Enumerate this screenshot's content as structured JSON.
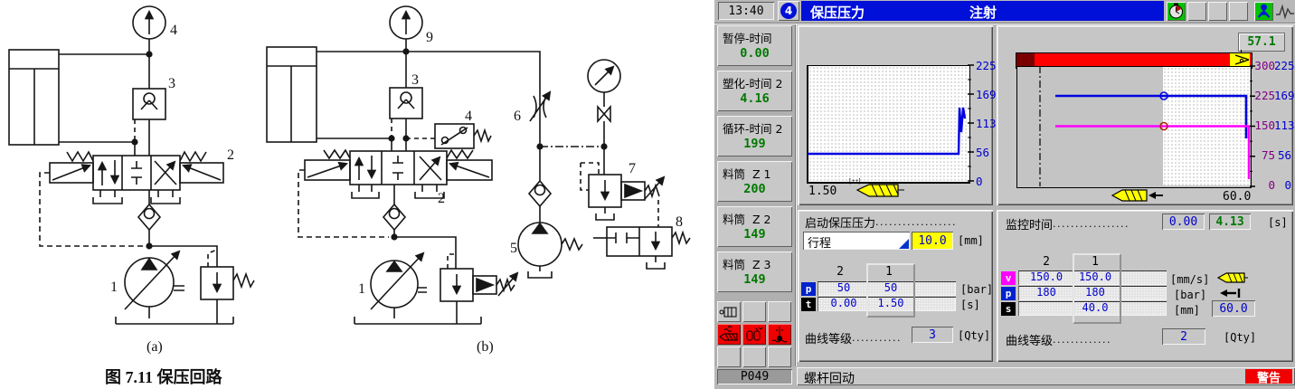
{
  "diagram": {
    "caption": "图 7.11   保压回路",
    "a": {
      "label": "(a)",
      "n1": "1",
      "n2": "2",
      "n3": "3",
      "n4": "4"
    },
    "b": {
      "label": "(b)",
      "n1": "1",
      "n2": "2",
      "n3": "3",
      "n4": "4",
      "n5": "5",
      "n6": "6",
      "n7": "7",
      "n8": "8",
      "n9": "9"
    }
  },
  "hmi": {
    "topbar": {
      "time": "13:40",
      "screen_number": "4",
      "title": "保压压力",
      "mode": "注射"
    },
    "sidebar": {
      "items": [
        {
          "label": "暂停-时间",
          "value": "0.00"
        },
        {
          "label": "塑化-时间 2",
          "value": "4.16"
        },
        {
          "label": "循环-时间 2",
          "value": "199"
        },
        {
          "label": "料筒  Z 1",
          "value": "200"
        },
        {
          "label": "料筒  Z 2",
          "value": "149"
        },
        {
          "label": "料筒  Z 3",
          "value": "149"
        }
      ]
    },
    "page_id": "P049",
    "statusbar": {
      "message": "螺杆回动",
      "alarm_label": "警告"
    },
    "hold_panel": {
      "title": "启动保压压力",
      "leader": "..................",
      "mode_select": "行程",
      "mode_value": "10.0",
      "mode_unit": "[mm]",
      "col_headers": [
        "2",
        "1"
      ],
      "rows": [
        {
          "chip": "p",
          "v2": "50",
          "v1": "50",
          "unit": "[bar]"
        },
        {
          "chip": "t",
          "v2": "0.00",
          "v1": "1.50",
          "unit": "[s]"
        }
      ],
      "curve_label": "曲线等级",
      "curve_leader": "...........",
      "curve_value": "3",
      "curve_unit": "[Qty]"
    },
    "monitor_panel": {
      "title": "监控时间",
      "leader": ".................",
      "set_value": "0.00",
      "actual_value": "4.13",
      "unit": "[s]",
      "col_headers": [
        "2",
        "1"
      ],
      "rows": [
        {
          "chip": "v",
          "v2": "150.0",
          "v1": "150.0",
          "unit": "[mm/s]"
        },
        {
          "chip": "p",
          "v2": "180",
          "v1": "180",
          "unit": "[bar]"
        },
        {
          "chip": "s",
          "v2": "",
          "v1": "40.0",
          "unit": "[mm]"
        }
      ],
      "end_position": "60.0",
      "curve_label": "曲线等级",
      "curve_leader": ".............",
      "curve_value": "2",
      "curve_unit": "[Qty]"
    },
    "icons": [
      "timer-clock-icon",
      "operator-icon",
      "waveform-icon",
      "injection-unit-icon",
      "screw-heat-icon",
      "heater-band-icon",
      "nozzle-heat-icon",
      "screw-position-icon",
      "screw-move-left-icon",
      "stop-arrow-icon"
    ]
  },
  "chart_data": [
    {
      "type": "line",
      "title": "保压实际压力曲线",
      "x_start_label": "1.50",
      "y_ticks": [
        225,
        169,
        113,
        56,
        0
      ],
      "ylim": [
        0,
        225
      ],
      "y_axis_color": "#0000ff",
      "grid": false,
      "series": [
        {
          "name": "actual_pressure",
          "color": "#0000e0",
          "points": [
            [
              0.0,
              52
            ],
            [
              1.4,
              52
            ],
            [
              1.43,
              143
            ],
            [
              1.45,
              105
            ],
            [
              1.47,
              143
            ],
            [
              1.5,
              120
            ]
          ]
        }
      ]
    },
    {
      "type": "line",
      "title": "保压设定曲线",
      "x_end_label": "60.0",
      "screw_position": "57.1",
      "y_ticks_left": [
        300,
        225,
        150,
        75,
        0
      ],
      "y_ticks_right": [
        225,
        169,
        113,
        56,
        0
      ],
      "left_axis_color": "#800080",
      "right_axis_color": "#0000ff",
      "series": [
        {
          "name": "pressure_setpoint",
          "color": "#0000e0",
          "points": [
            [
              5,
              225
            ],
            [
              57,
              225
            ],
            [
              57,
              40
            ]
          ]
        },
        {
          "name": "speed_setpoint",
          "color": "#ff00ff",
          "points": [
            [
              5,
              150
            ],
            [
              58,
              150
            ],
            [
              58,
              5
            ]
          ]
        }
      ],
      "progress_bar": {
        "segments": [
          "#7a0000",
          "#ff0000"
        ],
        "pointer_color": "#ffff00"
      }
    }
  ]
}
